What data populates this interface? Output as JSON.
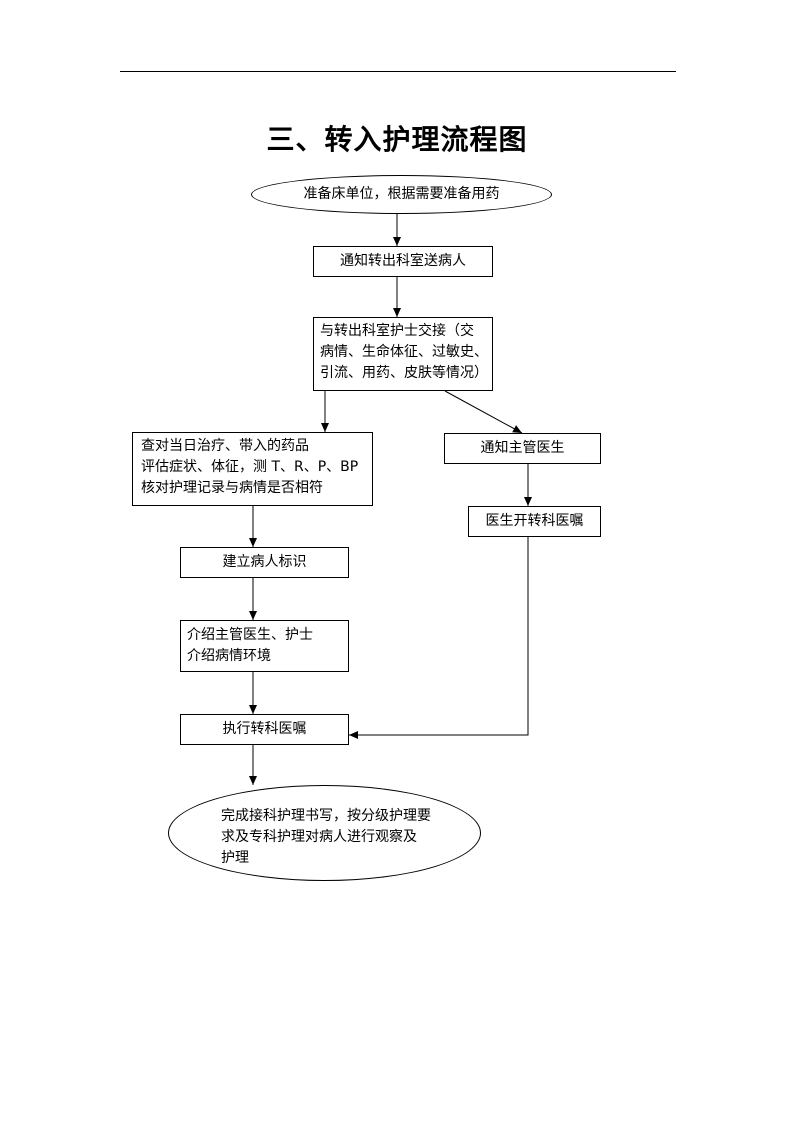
{
  "title": "三、转入护理流程图",
  "nodes": {
    "prepare_bed": "准备床单位，根据需要准备用药",
    "notify_transfer_out": "通知转出科室送病人",
    "handover": [
      "与转出科室护士交接（交",
      "病情、生命体征、过敏史、",
      "引流、用药、皮肤等情况）"
    ],
    "check": [
      "查对当日治疗、带入的药品",
      "评估症状、体征，测 T、R、P、BP",
      "核对护理记录与病情是否相符"
    ],
    "notify_doctor": "通知主管医生",
    "doctor_order": "医生开转科医嘱",
    "create_id": "建立病人标识",
    "introduce": [
      "介绍主管医生、护士",
      "介绍病情环境"
    ],
    "execute_order": "执行转科医嘱",
    "complete": [
      "完成接科护理书写，按分级护理要",
      "求及专科护理对病人进行观察及",
      "护理"
    ]
  }
}
